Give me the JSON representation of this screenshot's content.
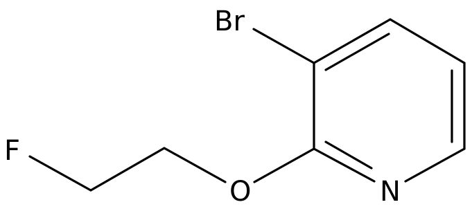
{
  "molecule": {
    "atoms": {
      "br": "Br",
      "o": "O",
      "f": "F",
      "n": "N"
    }
  }
}
